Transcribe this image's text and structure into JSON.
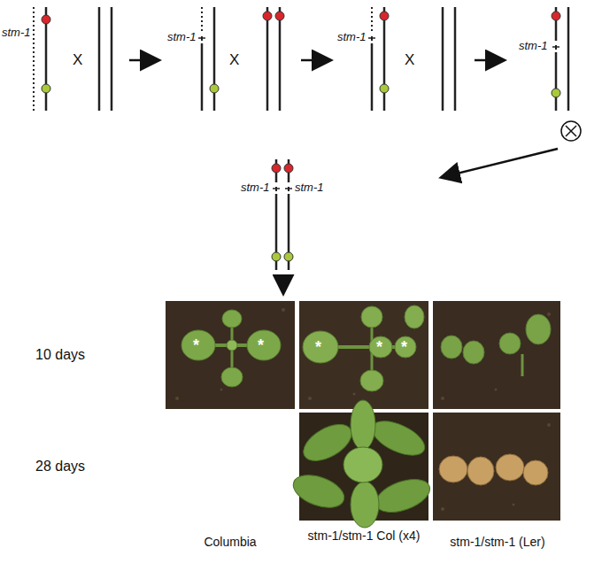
{
  "diagram": {
    "labels": [
      "stm-1",
      "X",
      "stm-1",
      "X",
      "stm-1",
      "X",
      "stm-1",
      "stm-1",
      "stm-1",
      "10 days",
      "*",
      "*",
      "*",
      "*",
      "*",
      "28 days",
      "Columbia",
      "stm-1/stm-1 Col (x4)",
      "stm-1/stm-1 (Ler)"
    ]
  }
}
